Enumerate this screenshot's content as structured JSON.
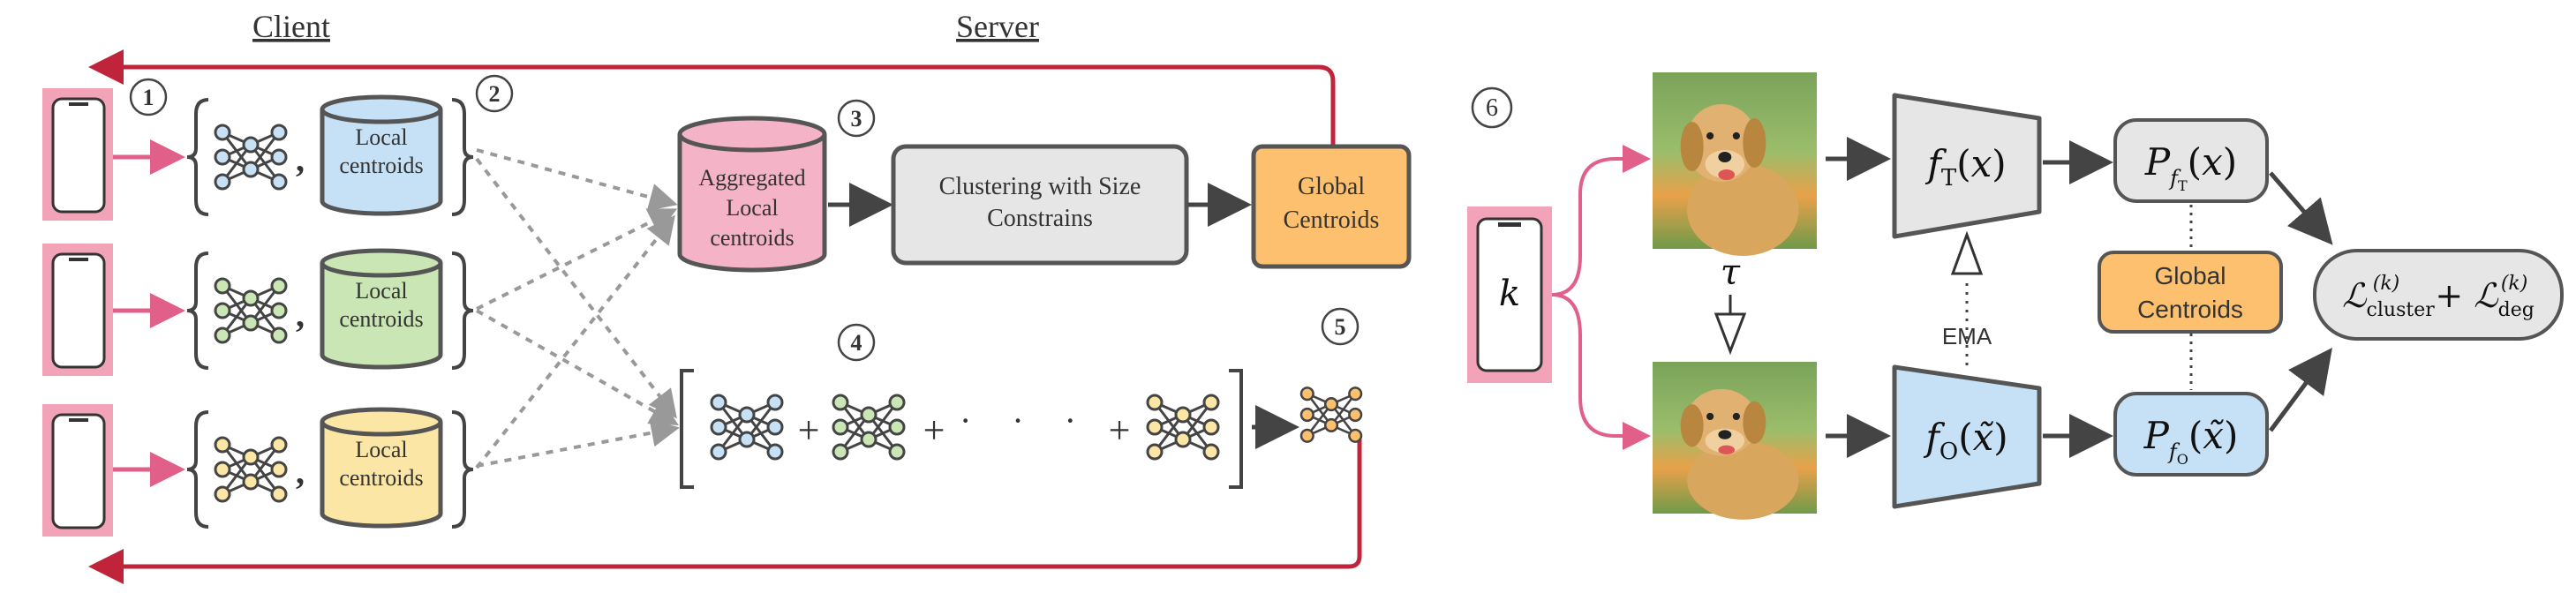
{
  "headers": {
    "client": "Client",
    "server": "Server"
  },
  "steps": [
    "1",
    "2",
    "3",
    "4",
    "5",
    "6"
  ],
  "local_centroids": "Local centroids",
  "aggregated": "Aggregated Local centroids",
  "clustering": "Clustering with Size Constrains",
  "global_centroids": "Global Centroids",
  "ellipsis": "· · ·",
  "comma": ",",
  "plus": "+",
  "client_var": "k",
  "tau": "τ",
  "ema": "EMA",
  "f_teacher": "f_T(x)",
  "f_online": "f_O(x̃)",
  "p_teacher": "P_fT(x)",
  "p_online": "P_fO(x̃)",
  "loss": "L_cluster^(k) + L_deg^(k)",
  "colors": {
    "phone_bg": "#f2a3b8",
    "red_arrow": "#c0243a",
    "pink_arrow": "#e0608a",
    "blue": "#c6e1f5",
    "green": "#c9e6b4",
    "yellow": "#fbe6a6",
    "pink_db": "#f4b3c6",
    "gray_box": "#e6e6e6",
    "orange": "#fcc06e"
  }
}
